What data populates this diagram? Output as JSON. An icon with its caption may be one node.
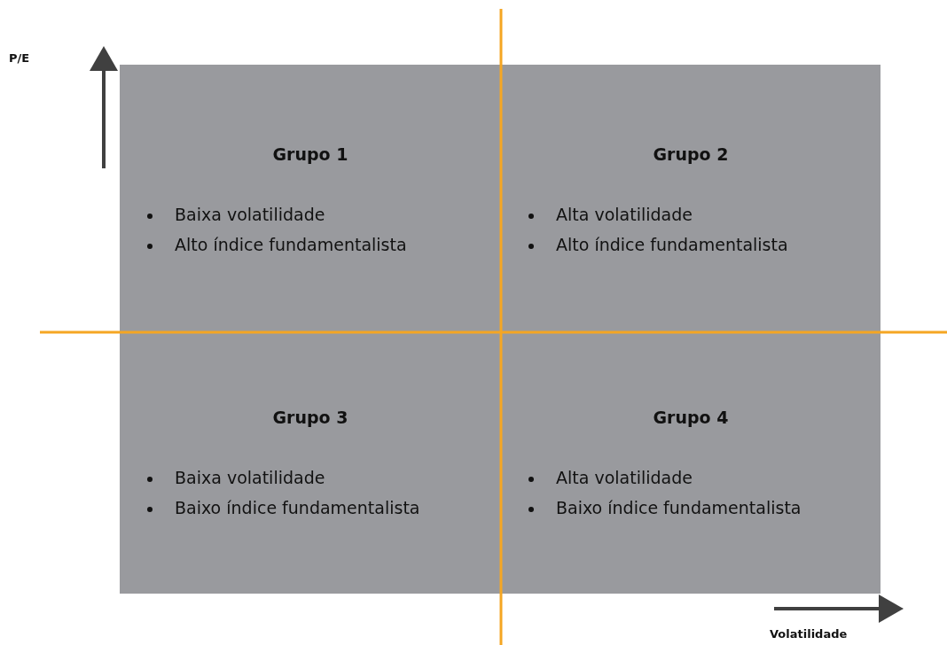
{
  "diagram": {
    "nodes": [
      {
        "text": [
          "Grupo 1",
          "Baixa volatilidade",
          "Alto índice fundamentalista"
        ]
      },
      {
        "text": [
          "Grupo 2",
          "Alta volatilidade",
          "Alto índice fundamentalista"
        ]
      },
      {
        "text": [
          "Grupo 3",
          "Baixa volatilidade",
          "Baixo índice fundamentalista"
        ]
      },
      {
        "text": [
          "Grupo 4",
          "Alta volatilidade",
          "Baixo índice fundamentalista"
        ]
      }
    ],
    "edges": [],
    "labels": [
      "P/E",
      "Volatilidade"
    ]
  }
}
